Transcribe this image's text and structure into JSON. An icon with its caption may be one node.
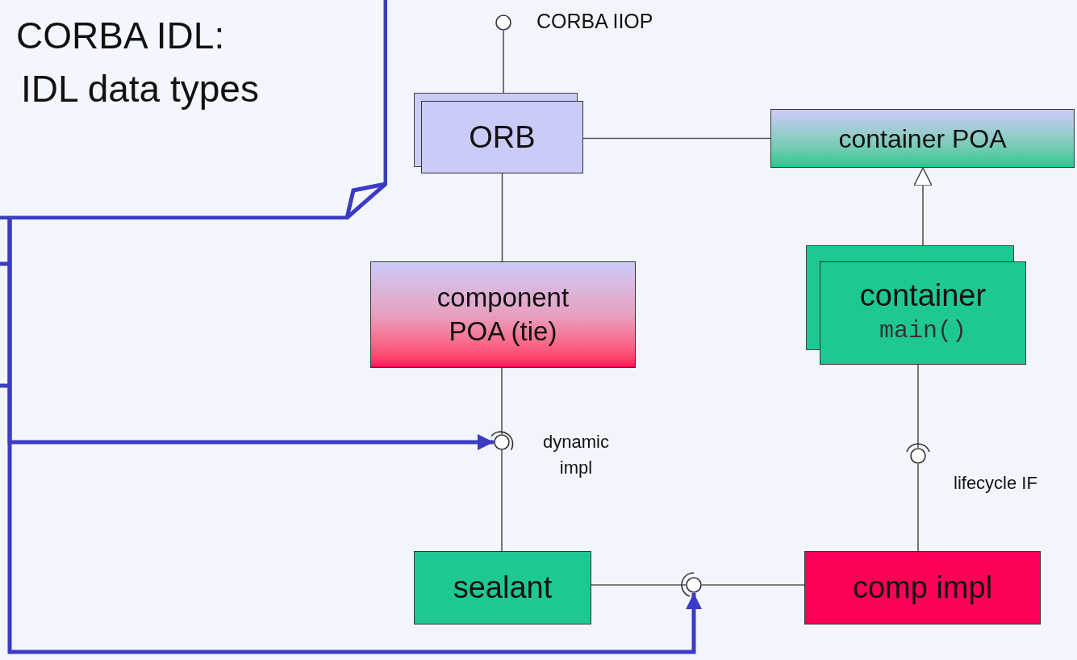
{
  "diagram": {
    "nodes": [
      {
        "text": [
          "CORBA IDL:",
          "IDL data types"
        ]
      },
      {
        "text": [],
        "shape": "circle",
        "beside": [
          "CORBA IIOP"
        ]
      },
      {
        "text": [
          "ORB"
        ]
      },
      {
        "text": [
          "container POA"
        ]
      },
      {
        "text": [
          "component POA (tie)"
        ]
      },
      {
        "text": [
          "container",
          "main()"
        ]
      },
      {
        "text": [],
        "shape": "circle",
        "beside": [
          "dynamic impl"
        ]
      },
      {
        "text": [],
        "shape": "circle",
        "beside": [
          "lifecycle IF"
        ]
      },
      {
        "text": [
          "sealant"
        ]
      },
      {
        "text": [],
        "shape": "circle"
      },
      {
        "text": [
          "comp impl"
        ]
      }
    ],
    "edges": [
      {
        "from": 1,
        "to": 2,
        "arrow": "none"
      },
      {
        "from": 2,
        "to": 3,
        "arrow": "none"
      },
      {
        "from": 2,
        "to": 4,
        "arrow": "none"
      },
      {
        "from": 5,
        "to": 3,
        "arrow": "to"
      },
      {
        "from": 4,
        "to": 6,
        "arrow": "none"
      },
      {
        "from": 6,
        "to": 8,
        "arrow": "none"
      },
      {
        "from": 5,
        "to": 7,
        "arrow": "none"
      },
      {
        "from": 7,
        "to": 10,
        "arrow": "none"
      },
      {
        "from": 8,
        "to": 9,
        "arrow": "none"
      },
      {
        "from": 9,
        "to": 10,
        "arrow": "none"
      },
      {
        "from": 0,
        "to": 6,
        "arrow": "to",
        "style": "thick",
        "color": "#3b3bc4"
      },
      {
        "from": 0,
        "to": 9,
        "arrow": "to",
        "style": "thick",
        "color": "#3b3bc4"
      }
    ]
  }
}
